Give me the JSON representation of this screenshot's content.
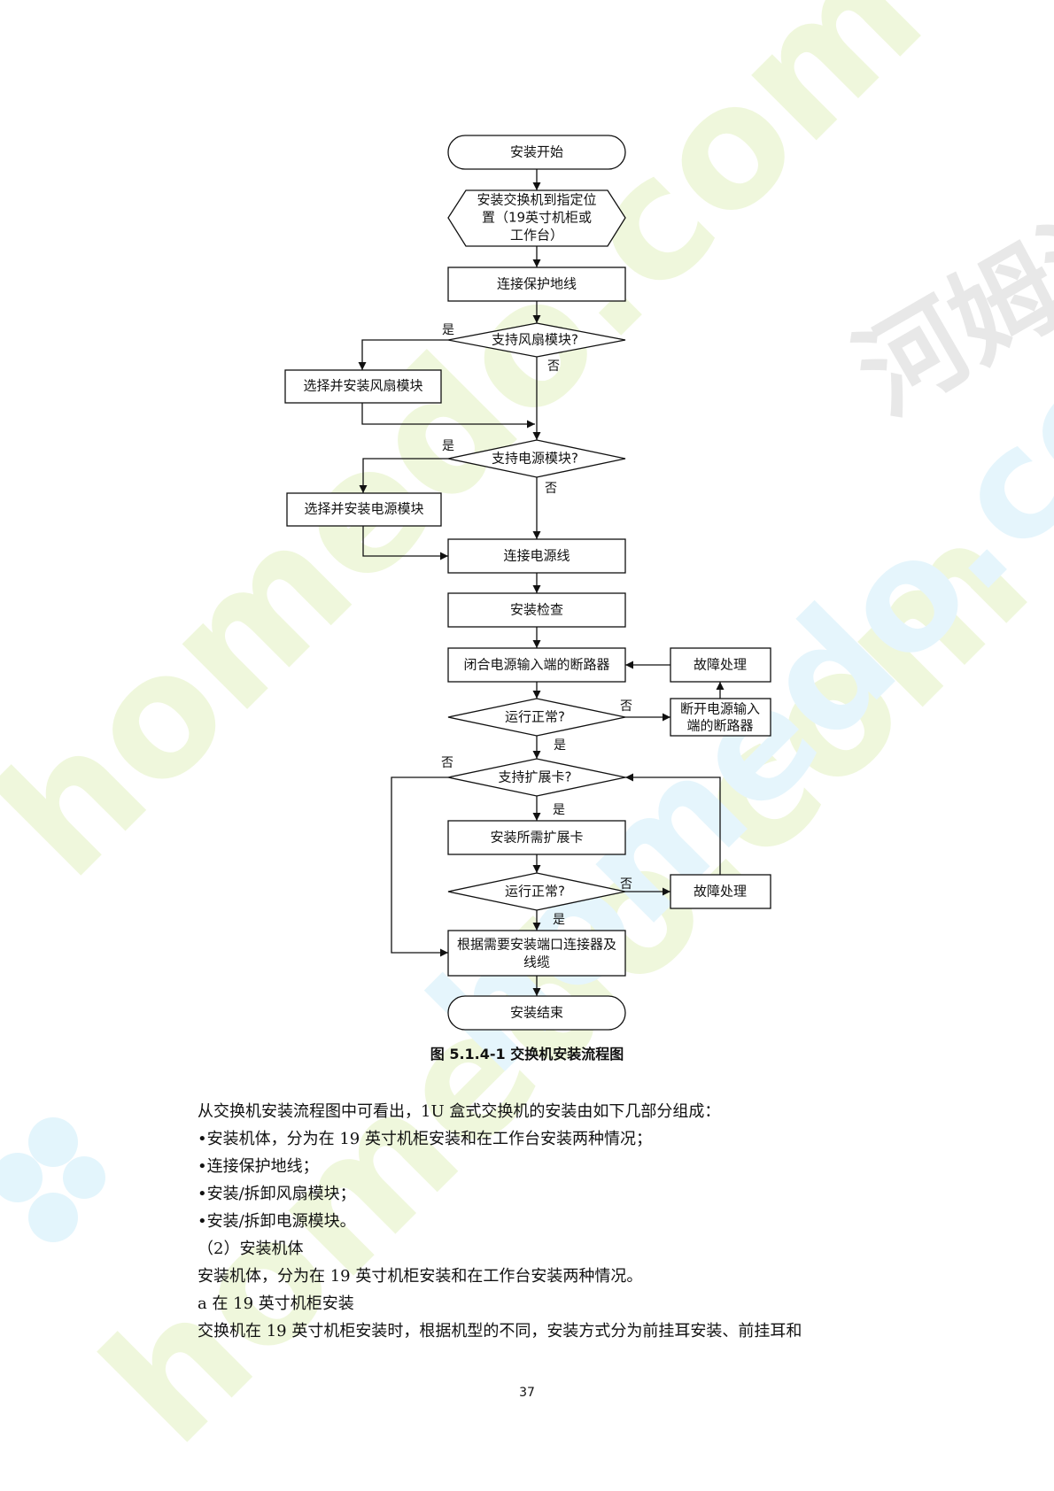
{
  "watermark": {
    "text_vertical": "河姆渡",
    "text_diagonal": "homedo.com",
    "colors": {
      "green": "#eef7d9",
      "blue": "#e3f5fc",
      "gray": "#e6e6e6"
    }
  },
  "flowchart": {
    "nodes": {
      "start": "安装开始",
      "place": [
        "安装交换机到指定位",
        "置（19英寸机柜或",
        "工作台）"
      ],
      "ground": "连接保护地线",
      "fan_q": "支持风扇模块?",
      "fan_install": "选择并安装风扇模块",
      "psu_q": "支持电源模块?",
      "psu_install": "选择并安装电源模块",
      "power_cable": "连接电源线",
      "check": "安装检查",
      "breaker_close": "闭合电源输入端的断路器",
      "fault1": "故障处理",
      "run_ok1": "运行正常?",
      "breaker_open": [
        "断开电源输入",
        "端的断路器"
      ],
      "card_q": "支持扩展卡?",
      "card_install": "安装所需扩展卡",
      "run_ok2": "运行正常?",
      "fault2": "故障处理",
      "connectors": [
        "根据需要安装端口连接器及",
        "线缆"
      ],
      "end": "安装结束"
    },
    "labels": {
      "yes": "是",
      "no": "否"
    }
  },
  "caption": "图 5.1.4-1   交换机安装流程图",
  "body": {
    "intro": "从交换机安装流程图中可看出，1U 盒式交换机的安装由如下几部分组成：",
    "bullets": [
      "•安装机体，分为在 19 英寸机柜安装和在工作台安装两种情况；",
      "•连接保护地线；",
      "•安装/拆卸风扇模块；",
      "•安装/拆卸电源模块。"
    ],
    "section_heading": "（2）安装机体",
    "section_text": "安装机体，分为在 19 英寸机柜安装和在工作台安装两种情况。",
    "sub_heading": "a  在 19 英寸机柜安装",
    "sub_text": "交换机在 19 英寸机柜安装时，根据机型的不同，安装方式分为前挂耳安装、前挂耳和"
  },
  "page_number": "37"
}
